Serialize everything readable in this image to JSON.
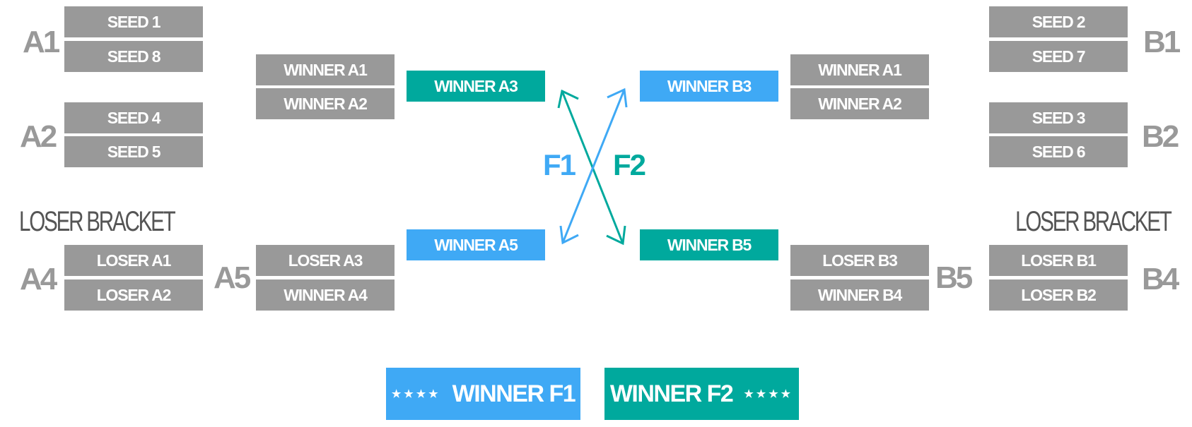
{
  "colors": {
    "gray": "#999999",
    "teal": "#00a99d",
    "blue": "#3fa9f5",
    "label": "#999999",
    "loser_bracket": "#555555"
  },
  "left": {
    "groups": {
      "a1": "A1",
      "a2": "A2",
      "a4": "A4",
      "a5": "A5"
    },
    "loser_bracket": "LOSER BRACKET",
    "a1": [
      "SEED 1",
      "SEED 8"
    ],
    "a2": [
      "SEED 4",
      "SEED 5"
    ],
    "a3": [
      "WINNER A1",
      "WINNER A2"
    ],
    "a4": [
      "LOSER A1",
      "LOSER A2"
    ],
    "a5": [
      "LOSER A3",
      "WINNER A4"
    ],
    "winner_a3": "WINNER A3",
    "winner_a5": "WINNER A5"
  },
  "right": {
    "groups": {
      "b1": "B1",
      "b2": "B2",
      "b4": "B4",
      "b5": "B5"
    },
    "loser_bracket": "LOSER BRACKET",
    "b1": [
      "SEED 2",
      "SEED 7"
    ],
    "b2": [
      "SEED 3",
      "SEED 6"
    ],
    "b3": [
      "WINNER A1",
      "WINNER A2"
    ],
    "b4": [
      "LOSER B1",
      "LOSER B2"
    ],
    "b5": [
      "LOSER B3",
      "WINNER B4"
    ],
    "winner_b3": "WINNER B3",
    "winner_b5": "WINNER B5"
  },
  "finals": {
    "f1": "F1",
    "f2": "F2",
    "winner_f1": "WINNER F1",
    "winner_f2": "WINNER F2",
    "stars": "★★★★"
  }
}
